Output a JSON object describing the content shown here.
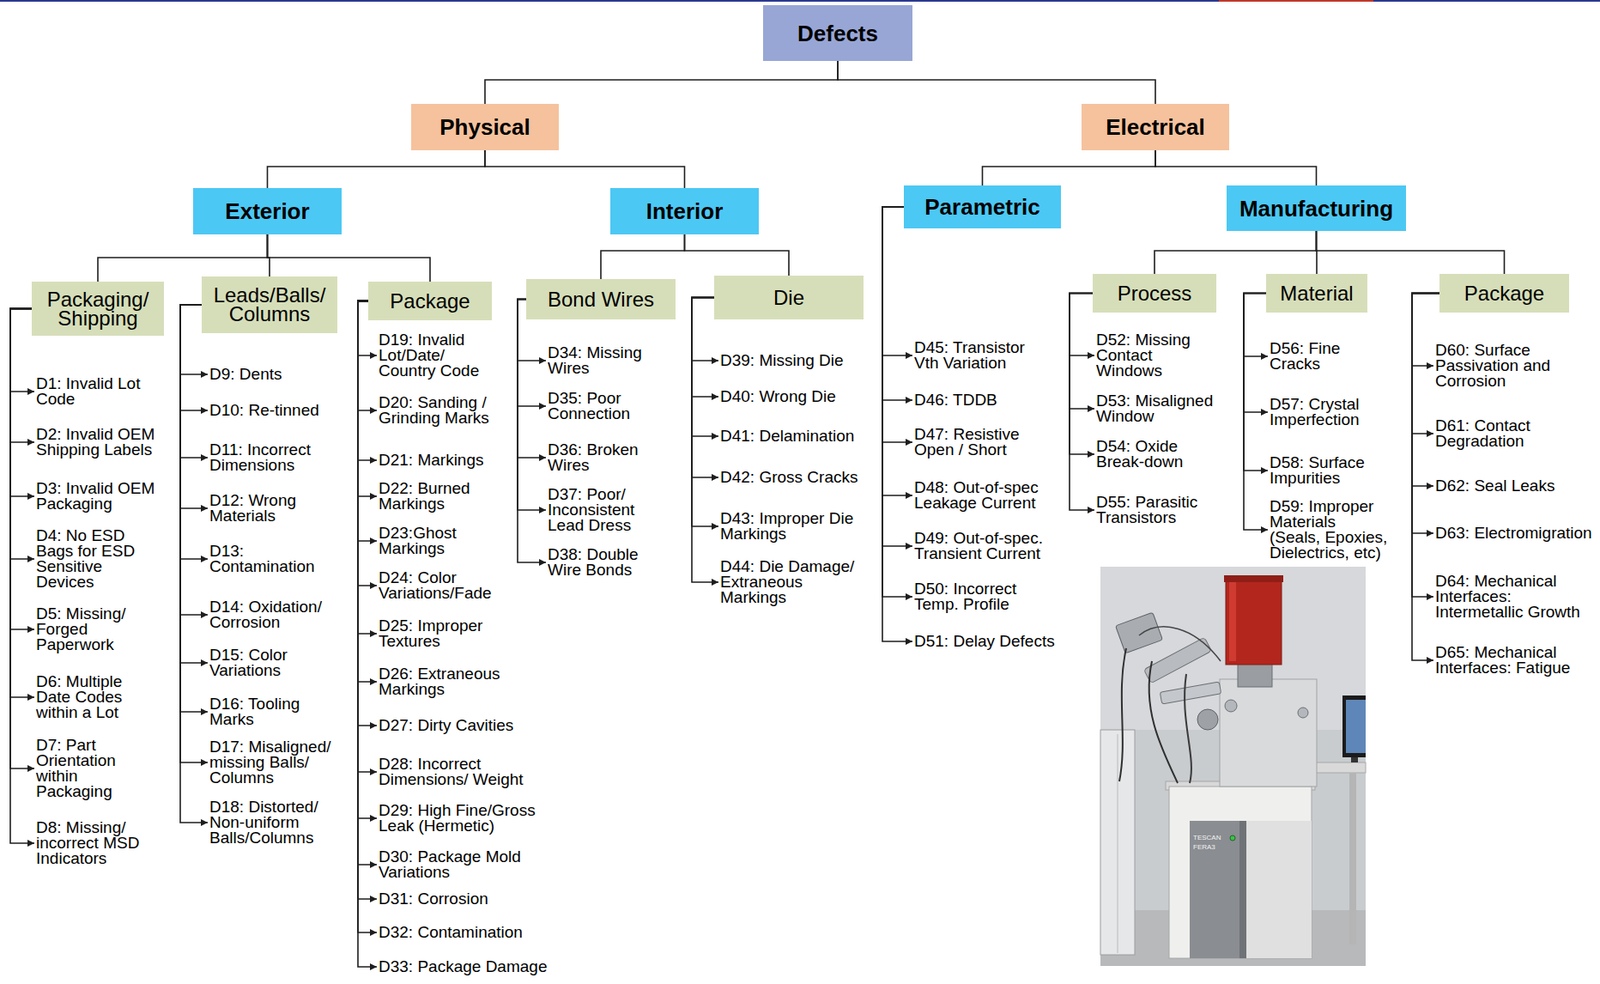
{
  "diagram": {
    "nodes": [
      {
        "text": [
          "Defects"
        ]
      },
      {
        "text": [
          "Physical"
        ]
      },
      {
        "text": [
          "Electrical"
        ]
      },
      {
        "text": [
          "Exterior"
        ]
      },
      {
        "text": [
          "Interior"
        ]
      },
      {
        "text": [
          "Parametric"
        ]
      },
      {
        "text": [
          "Manufacturing"
        ]
      },
      {
        "text": [
          "Packaging/ Shipping"
        ]
      },
      {
        "text": [
          "Leads/Balls/ Columns"
        ]
      },
      {
        "text": [
          "Package"
        ]
      },
      {
        "text": [
          "Bond Wires"
        ]
      },
      {
        "text": [
          "Die"
        ]
      },
      {
        "text": [
          "Process"
        ]
      },
      {
        "text": [
          "Material"
        ]
      },
      {
        "text": [
          "Package"
        ]
      },
      {
        "text": [
          "D1: Invalid Lot Code"
        ]
      },
      {
        "text": [
          "D2: Invalid OEM Shipping Labels"
        ]
      },
      {
        "text": [
          "D3: Invalid OEM Packaging"
        ]
      },
      {
        "text": [
          "D4: No ESD Bags for ESD Sensitive Devices"
        ]
      },
      {
        "text": [
          "D5: Missing/ Forged Paperwork"
        ]
      },
      {
        "text": [
          "D6: Multiple Date Codes within a Lot"
        ]
      },
      {
        "text": [
          "D7: Part Orientation within Packaging"
        ]
      },
      {
        "text": [
          "D8: Missing/ incorrect MSD Indicators"
        ]
      },
      {
        "text": [
          "D9: Dents"
        ]
      },
      {
        "text": [
          "D10: Re-tinned"
        ]
      },
      {
        "text": [
          "D11: Incorrect Dimensions"
        ]
      },
      {
        "text": [
          "D12: Wrong Materials"
        ]
      },
      {
        "text": [
          "D13: Contamination"
        ]
      },
      {
        "text": [
          "D14: Oxidation/ Corrosion"
        ]
      },
      {
        "text": [
          "D15: Color Variations"
        ]
      },
      {
        "text": [
          "D16: Tooling Marks"
        ]
      },
      {
        "text": [
          "D17: Misaligned/ missing Balls/ Columns"
        ]
      },
      {
        "text": [
          "D18: Distorted/ Non-uniform Balls/Columns"
        ]
      },
      {
        "text": [
          "D19: Invalid Lot/Date/ Country Code"
        ]
      },
      {
        "text": [
          "D20: Sanding / Grinding Marks"
        ]
      },
      {
        "text": [
          "D21: Markings"
        ]
      },
      {
        "text": [
          "D22: Burned Markings"
        ]
      },
      {
        "text": [
          "D23:Ghost Markings"
        ]
      },
      {
        "text": [
          "D24: Color Variations/Fade"
        ]
      },
      {
        "text": [
          "D25: Improper Textures"
        ]
      },
      {
        "text": [
          "D26: Extraneous Markings"
        ]
      },
      {
        "text": [
          "D27: Dirty Cavities"
        ]
      },
      {
        "text": [
          "D28: Incorrect Dimensions/ Weight"
        ]
      },
      {
        "text": [
          "D29: High Fine/Gross Leak (Hermetic)"
        ]
      },
      {
        "text": [
          "D30: Package Mold Variations"
        ]
      },
      {
        "text": [
          "D31: Corrosion"
        ]
      },
      {
        "text": [
          "D32: Contamination"
        ]
      },
      {
        "text": [
          "D33: Package Damage"
        ]
      },
      {
        "text": [
          "D34: Missing Wires"
        ]
      },
      {
        "text": [
          "D35: Poor Connection"
        ]
      },
      {
        "text": [
          "D36: Broken Wires"
        ]
      },
      {
        "text": [
          "D37: Poor/ Inconsistent Lead Dress"
        ]
      },
      {
        "text": [
          "D38: Double Wire Bonds"
        ]
      },
      {
        "text": [
          "D39: Missing Die"
        ]
      },
      {
        "text": [
          "D40: Wrong Die"
        ]
      },
      {
        "text": [
          "D41: Delamination"
        ]
      },
      {
        "text": [
          "D42: Gross Cracks"
        ]
      },
      {
        "text": [
          "D43: Improper Die Markings"
        ]
      },
      {
        "text": [
          "D44: Die Damage/ Extraneous Markings"
        ]
      },
      {
        "text": [
          "D45: Transistor Vth Variation"
        ]
      },
      {
        "text": [
          "D46: TDDB"
        ]
      },
      {
        "text": [
          "D47: Resistive Open / Short"
        ]
      },
      {
        "text": [
          "D48: Out-of-spec Leakage Current"
        ]
      },
      {
        "text": [
          "D49: Out-of-spec. Transient Current"
        ]
      },
      {
        "text": [
          "D50: Incorrect Temp. Profile"
        ]
      },
      {
        "text": [
          "D51: Delay Defects"
        ]
      },
      {
        "text": [
          "D52: Missing Contact Windows"
        ]
      },
      {
        "text": [
          "D53: Misaligned Window"
        ]
      },
      {
        "text": [
          "D54: Oxide Break-down"
        ]
      },
      {
        "text": [
          "D55: Parasitic Transistors"
        ]
      },
      {
        "text": [
          "D56: Fine Cracks"
        ]
      },
      {
        "text": [
          "D57: Crystal Imperfection"
        ]
      },
      {
        "text": [
          "D58: Surface Impurities"
        ]
      },
      {
        "text": [
          "D59: Improper Materials (Seals, Epoxies, Dielectrics, etc)"
        ]
      },
      {
        "text": [
          "D60: Surface Passivation and Corrosion"
        ]
      },
      {
        "text": [
          "D61: Contact Degradation"
        ]
      },
      {
        "text": [
          "D62: Seal Leaks"
        ]
      },
      {
        "text": [
          "D63: Electromigration"
        ]
      },
      {
        "text": [
          "D64: Mechanical Interfaces: Intermetallic Growth"
        ]
      },
      {
        "text": [
          "D65: Mechanical Interfaces: Fatigue"
        ]
      }
    ],
    "edges": [
      {
        "from": 0,
        "to": 1,
        "arrow": "none"
      },
      {
        "from": 0,
        "to": 2,
        "arrow": "none"
      },
      {
        "from": 1,
        "to": 3,
        "arrow": "none"
      },
      {
        "from": 1,
        "to": 4,
        "arrow": "none"
      },
      {
        "from": 2,
        "to": 5,
        "arrow": "none"
      },
      {
        "from": 2,
        "to": 6,
        "arrow": "none"
      },
      {
        "from": 3,
        "to": 7,
        "arrow": "none"
      },
      {
        "from": 3,
        "to": 8,
        "arrow": "none"
      },
      {
        "from": 3,
        "to": 9,
        "arrow": "none"
      },
      {
        "from": 4,
        "to": 10,
        "arrow": "none"
      },
      {
        "from": 4,
        "to": 11,
        "arrow": "none"
      },
      {
        "from": 6,
        "to": 12,
        "arrow": "none"
      },
      {
        "from": 6,
        "to": 13,
        "arrow": "none"
      },
      {
        "from": 6,
        "to": 14,
        "arrow": "none"
      },
      {
        "from": 7,
        "to": 15,
        "arrow": "to"
      },
      {
        "from": 7,
        "to": 16,
        "arrow": "to"
      },
      {
        "from": 7,
        "to": 17,
        "arrow": "to"
      },
      {
        "from": 7,
        "to": 18,
        "arrow": "to"
      },
      {
        "from": 7,
        "to": 19,
        "arrow": "to"
      },
      {
        "from": 7,
        "to": 20,
        "arrow": "to"
      },
      {
        "from": 7,
        "to": 21,
        "arrow": "to"
      },
      {
        "from": 7,
        "to": 22,
        "arrow": "to"
      },
      {
        "from": 8,
        "to": 23,
        "arrow": "to"
      },
      {
        "from": 8,
        "to": 24,
        "arrow": "to"
      },
      {
        "from": 8,
        "to": 25,
        "arrow": "to"
      },
      {
        "from": 8,
        "to": 26,
        "arrow": "to"
      },
      {
        "from": 8,
        "to": 27,
        "arrow": "to"
      },
      {
        "from": 8,
        "to": 28,
        "arrow": "to"
      },
      {
        "from": 8,
        "to": 29,
        "arrow": "to"
      },
      {
        "from": 8,
        "to": 30,
        "arrow": "to"
      },
      {
        "from": 8,
        "to": 31,
        "arrow": "to"
      },
      {
        "from": 8,
        "to": 32,
        "arrow": "to"
      },
      {
        "from": 9,
        "to": 33,
        "arrow": "to"
      },
      {
        "from": 9,
        "to": 34,
        "arrow": "to"
      },
      {
        "from": 9,
        "to": 35,
        "arrow": "to"
      },
      {
        "from": 9,
        "to": 36,
        "arrow": "to"
      },
      {
        "from": 9,
        "to": 37,
        "arrow": "to"
      },
      {
        "from": 9,
        "to": 38,
        "arrow": "to"
      },
      {
        "from": 9,
        "to": 39,
        "arrow": "to"
      },
      {
        "from": 9,
        "to": 40,
        "arrow": "to"
      },
      {
        "from": 9,
        "to": 41,
        "arrow": "to"
      },
      {
        "from": 9,
        "to": 42,
        "arrow": "to"
      },
      {
        "from": 9,
        "to": 43,
        "arrow": "to"
      },
      {
        "from": 9,
        "to": 44,
        "arrow": "to"
      },
      {
        "from": 9,
        "to": 45,
        "arrow": "to"
      },
      {
        "from": 9,
        "to": 46,
        "arrow": "to"
      },
      {
        "from": 9,
        "to": 47,
        "arrow": "to"
      },
      {
        "from": 10,
        "to": 48,
        "arrow": "to"
      },
      {
        "from": 10,
        "to": 49,
        "arrow": "to"
      },
      {
        "from": 10,
        "to": 50,
        "arrow": "to"
      },
      {
        "from": 10,
        "to": 51,
        "arrow": "to"
      },
      {
        "from": 10,
        "to": 52,
        "arrow": "to"
      },
      {
        "from": 11,
        "to": 53,
        "arrow": "to"
      },
      {
        "from": 11,
        "to": 54,
        "arrow": "to"
      },
      {
        "from": 11,
        "to": 55,
        "arrow": "to"
      },
      {
        "from": 11,
        "to": 56,
        "arrow": "to"
      },
      {
        "from": 11,
        "to": 57,
        "arrow": "to"
      },
      {
        "from": 11,
        "to": 58,
        "arrow": "to"
      },
      {
        "from": 5,
        "to": 59,
        "arrow": "to"
      },
      {
        "from": 5,
        "to": 60,
        "arrow": "to"
      },
      {
        "from": 5,
        "to": 61,
        "arrow": "to"
      },
      {
        "from": 5,
        "to": 62,
        "arrow": "to"
      },
      {
        "from": 5,
        "to": 63,
        "arrow": "to"
      },
      {
        "from": 5,
        "to": 64,
        "arrow": "to"
      },
      {
        "from": 5,
        "to": 65,
        "arrow": "to"
      },
      {
        "from": 12,
        "to": 66,
        "arrow": "to"
      },
      {
        "from": 12,
        "to": 67,
        "arrow": "to"
      },
      {
        "from": 12,
        "to": 68,
        "arrow": "to"
      },
      {
        "from": 12,
        "to": 69,
        "arrow": "to"
      },
      {
        "from": 13,
        "to": 70,
        "arrow": "to"
      },
      {
        "from": 13,
        "to": 71,
        "arrow": "to"
      },
      {
        "from": 13,
        "to": 72,
        "arrow": "to"
      },
      {
        "from": 13,
        "to": 73,
        "arrow": "to"
      },
      {
        "from": 14,
        "to": 74,
        "arrow": "to"
      },
      {
        "from": 14,
        "to": 75,
        "arrow": "to"
      },
      {
        "from": 14,
        "to": 76,
        "arrow": "to"
      },
      {
        "from": 14,
        "to": 77,
        "arrow": "to"
      },
      {
        "from": 14,
        "to": 78,
        "arrow": "to"
      },
      {
        "from": 14,
        "to": 79,
        "arrow": "to"
      }
    ],
    "labels": [
      "TESCAN",
      "FERA3"
    ]
  }
}
